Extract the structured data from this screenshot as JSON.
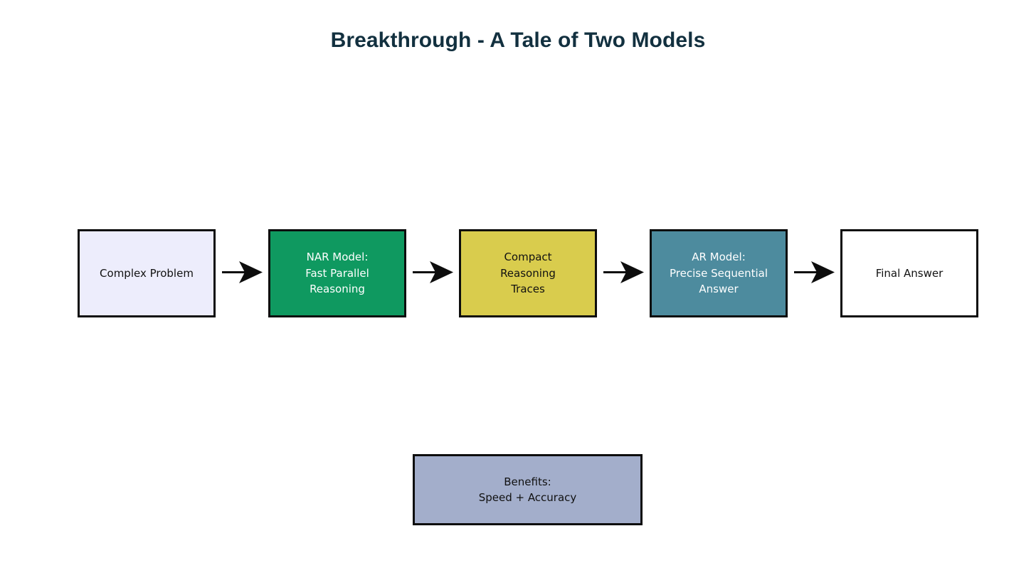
{
  "title": "Breakthrough - A Tale of Two Models",
  "colors": {
    "background": "#ffffff",
    "title_text": "#12303f",
    "stroke": "#0d0d0d",
    "complex_problem_fill": "#ededfc",
    "nar_model_fill": "#0f9960",
    "compact_traces_fill": "#d9cc4d",
    "ar_model_fill": "#4d8b9e",
    "final_answer_fill": "#ffffff",
    "benefits_fill": "#a3aecb",
    "light_text": "#ffffff",
    "dark_text": "#111111"
  },
  "flow": {
    "nodes": [
      {
        "id": "complex-problem",
        "label": "Complex Problem"
      },
      {
        "id": "nar-model",
        "label": "NAR Model:\nFast Parallel\nReasoning"
      },
      {
        "id": "compact-traces",
        "label": "Compact\nReasoning\nTraces"
      },
      {
        "id": "ar-model",
        "label": "AR Model:\nPrecise Sequential\nAnswer"
      },
      {
        "id": "final-answer",
        "label": "Final Answer"
      }
    ],
    "arrows": [
      {
        "id": "arrow-1",
        "from": "complex-problem",
        "to": "nar-model",
        "icon": "arrow-right-icon"
      },
      {
        "id": "arrow-2",
        "from": "nar-model",
        "to": "compact-traces",
        "icon": "arrow-right-icon"
      },
      {
        "id": "arrow-3",
        "from": "compact-traces",
        "to": "ar-model",
        "icon": "arrow-right-icon"
      },
      {
        "id": "arrow-4",
        "from": "ar-model",
        "to": "final-answer",
        "icon": "arrow-right-icon"
      }
    ]
  },
  "summary": {
    "id": "benefits",
    "label": "Benefits:\nSpeed + Accuracy"
  }
}
